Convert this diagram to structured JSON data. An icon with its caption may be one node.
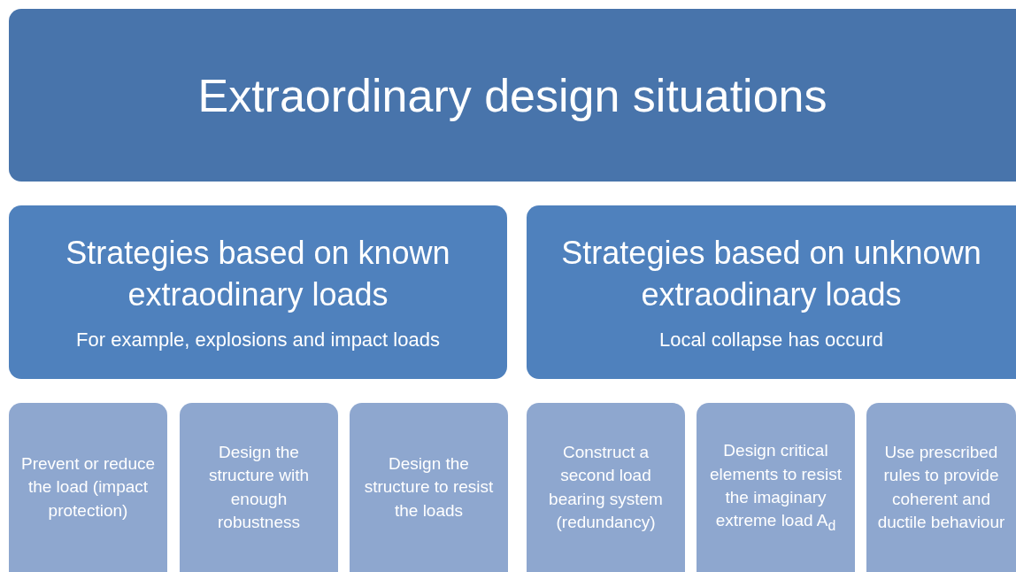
{
  "diagram": {
    "nodes": [
      {
        "text": [
          "Extraordinary design situations"
        ]
      },
      {
        "text": [
          "Strategies based on known extraodinary loads",
          "For example, explosions and impact loads"
        ]
      },
      {
        "text": [
          "Strategies based on unknown extraodinary loads",
          "Local collapse has occurd"
        ]
      },
      {
        "text": [
          "Prevent or reduce the load (impact protection)"
        ]
      },
      {
        "text": [
          "Design the structure with enough robustness"
        ]
      },
      {
        "text": [
          "Design the structure to resist the loads"
        ]
      },
      {
        "text": [
          "Construct a second load bearing system (redundancy)"
        ]
      },
      {
        "text": [
          "Design critical elements to resist the imaginary extreme load A$_{d}$"
        ]
      },
      {
        "text": [
          "Use prescribed rules to provide coherent and ductile behaviour"
        ]
      }
    ],
    "edges": []
  }
}
